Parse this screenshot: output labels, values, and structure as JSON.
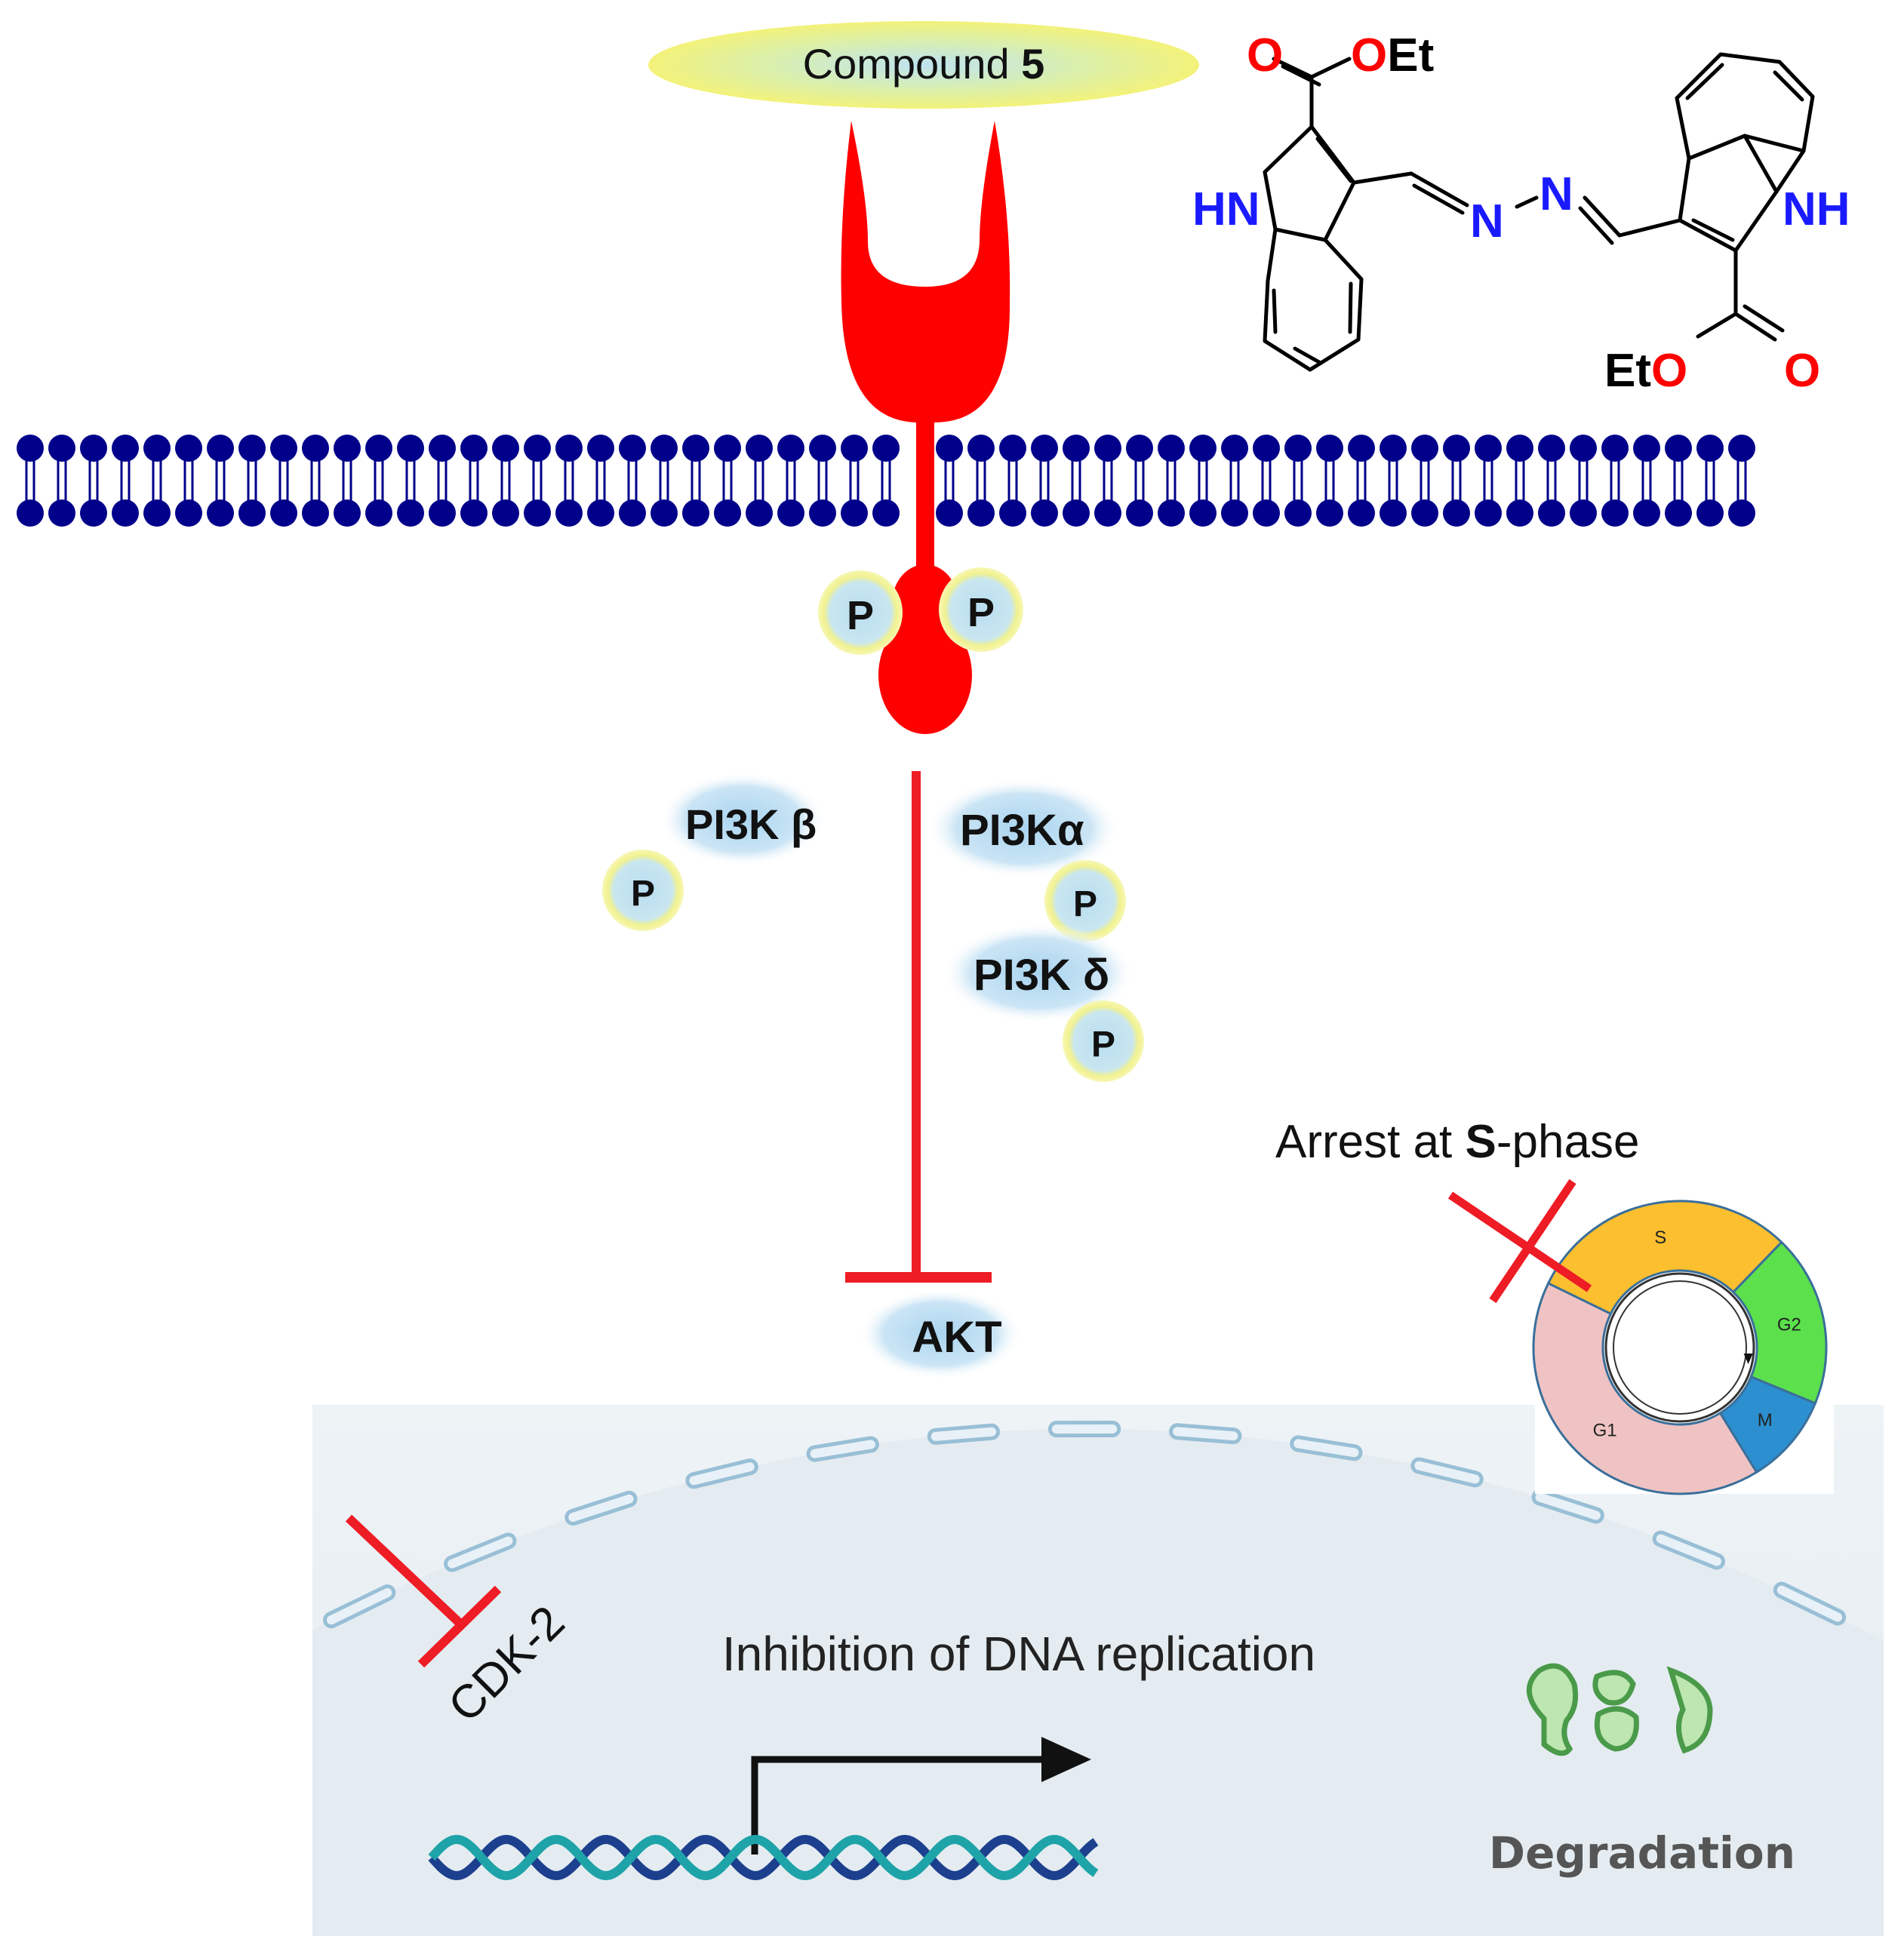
{
  "compound": {
    "prefix": "Compound ",
    "number": "5"
  },
  "structure": {
    "top_carbonyl_o": "O",
    "top_ester_o": "O",
    "top_ester_group": "Et",
    "left_nh": "HN",
    "n1": "N",
    "n2": "N",
    "right_nh": "NH",
    "bottom_ester_group": "Et",
    "bottom_ester_o": "O",
    "bottom_carbonyl_o": "O"
  },
  "phospho": {
    "label": "P"
  },
  "kinases": {
    "beta": "PI3K β",
    "alpha": "PI3Kα",
    "delta": "PI3K δ",
    "akt": "AKT"
  },
  "cell_cycle": {
    "title_pre": "Arrest at ",
    "title_bold": "S",
    "title_post": "-phase",
    "phases": [
      {
        "name": "S",
        "fraction": 0.3,
        "color": "#FBBF30"
      },
      {
        "name": "G2",
        "fraction": 0.19,
        "color": "#5CE04C"
      },
      {
        "name": "M",
        "fraction": 0.1,
        "color": "#2C8FD0"
      },
      {
        "name": "G1",
        "fraction": 0.41,
        "color": "#EFC3C3"
      }
    ]
  },
  "nucleus": {
    "cdk": "CDK-2",
    "dna_text": "Inhibition of DNA replication",
    "degradation": "Degradation"
  },
  "colors": {
    "receptor": "#FF0000",
    "inhibitor": "#EE1C25",
    "lipid": "#00008B",
    "nitrogen": "#1A1AFF",
    "oxygen": "#FF0000",
    "bubble": "#B9DCF2",
    "phospho_ring": "#F3F38A",
    "nucleus_bg": "#E6EDF2"
  }
}
